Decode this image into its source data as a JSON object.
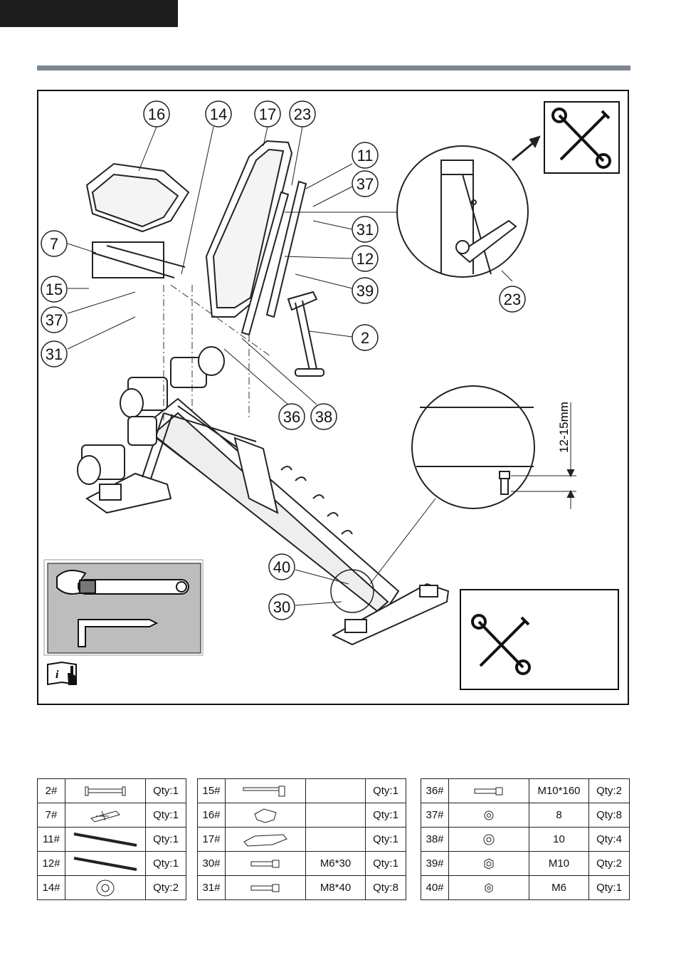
{
  "callouts": {
    "c16": "16",
    "c14": "14",
    "c17": "17",
    "c23": "23",
    "c11": "11",
    "c37a": "37",
    "c31a": "31",
    "c12": "12",
    "c39": "39",
    "c2": "2",
    "c7": "7",
    "c15": "15",
    "c37b": "37",
    "c31b": "31",
    "c36": "36",
    "c38": "38",
    "c23b": "23",
    "c40": "40",
    "c30": "30"
  },
  "dimension_label": "12-15mm",
  "info_icon_letter": "i",
  "icons": {
    "tools_top": "wrench-screwdriver-icon",
    "tools_bottom": "wrench-screwdriver-icon",
    "tools_panel": [
      "adjustable-wrench-icon",
      "allen-key-icon"
    ],
    "manual": "info-manual-icon"
  },
  "parts_table_1": [
    {
      "num": "2#",
      "qty": "Qty:1"
    },
    {
      "num": "7#",
      "qty": "Qty:1"
    },
    {
      "num": "11#",
      "qty": "Qty:1"
    },
    {
      "num": "12#",
      "qty": "Qty:1"
    },
    {
      "num": "14#",
      "qty": "Qty:2"
    }
  ],
  "parts_table_2": [
    {
      "num": "15#",
      "spec": "",
      "qty": "Qty:1"
    },
    {
      "num": "16#",
      "spec": "",
      "qty": "Qty:1"
    },
    {
      "num": "17#",
      "spec": "",
      "qty": "Qty:1"
    },
    {
      "num": "30#",
      "spec": "M6*30",
      "qty": "Qty:1"
    },
    {
      "num": "31#",
      "spec": "M8*40",
      "qty": "Qty:8"
    }
  ],
  "parts_table_3": [
    {
      "num": "36#",
      "spec": "M10*160",
      "qty": "Qty:2"
    },
    {
      "num": "37#",
      "spec": "8",
      "qty": "Qty:8"
    },
    {
      "num": "38#",
      "spec": "10",
      "qty": "Qty:4"
    },
    {
      "num": "39#",
      "spec": "M10",
      "qty": "Qty:2"
    },
    {
      "num": "40#",
      "spec": "M6",
      "qty": "Qty:1"
    }
  ]
}
